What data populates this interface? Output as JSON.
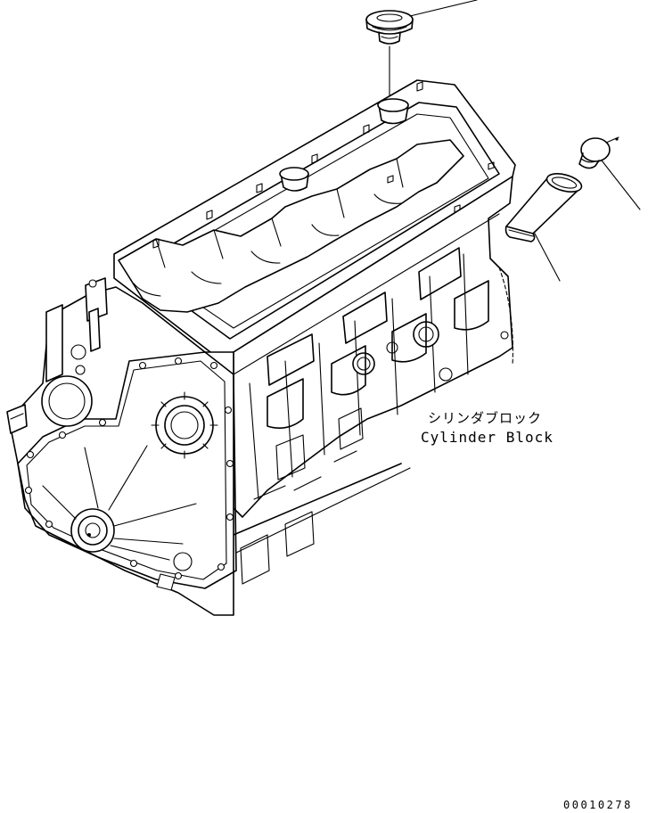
{
  "labels": {
    "cylinder_block_jp": "シリンダブロック",
    "cylinder_block_en": "Cylinder Block"
  },
  "drawing_number": "00010278"
}
